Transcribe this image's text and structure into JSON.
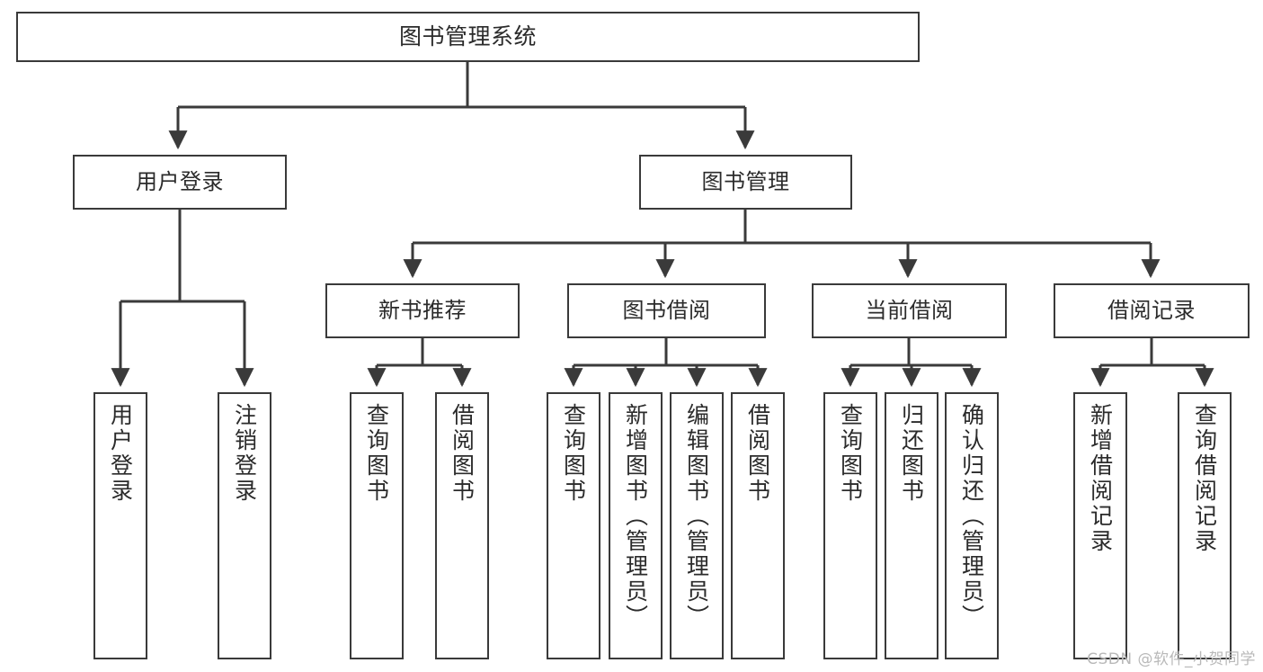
{
  "diagram": {
    "type": "tree",
    "title": "图书管理系统",
    "root": {
      "label": "图书管理系统"
    },
    "level1": [
      {
        "id": "user-login",
        "label": "用户登录"
      },
      {
        "id": "book-management",
        "label": "图书管理"
      }
    ],
    "level2": [
      {
        "id": "new-book-recommend",
        "label": "新书推荐",
        "parent": "book-management"
      },
      {
        "id": "book-borrow",
        "label": "图书借阅",
        "parent": "book-management"
      },
      {
        "id": "current-borrow",
        "label": "当前借阅",
        "parent": "book-management"
      },
      {
        "id": "borrow-record",
        "label": "借阅记录",
        "parent": "book-management"
      }
    ],
    "leaves": [
      {
        "id": "leaf-user-login",
        "label": "用户登录",
        "parent": "user-login"
      },
      {
        "id": "leaf-logout-login",
        "label": "注销登录",
        "parent": "user-login"
      },
      {
        "id": "leaf-query-book-1",
        "label": "查询图书",
        "parent": "new-book-recommend"
      },
      {
        "id": "leaf-borrow-book-1",
        "label": "借阅图书",
        "parent": "new-book-recommend"
      },
      {
        "id": "leaf-query-book-2",
        "label": "查询图书",
        "parent": "book-borrow"
      },
      {
        "id": "leaf-add-book",
        "label": "新增图书（管理员）",
        "parent": "book-borrow"
      },
      {
        "id": "leaf-edit-book",
        "label": "编辑图书（管理员）",
        "parent": "book-borrow"
      },
      {
        "id": "leaf-borrow-book-2",
        "label": "借阅图书",
        "parent": "book-borrow"
      },
      {
        "id": "leaf-query-book-3",
        "label": "查询图书",
        "parent": "current-borrow"
      },
      {
        "id": "leaf-return-book",
        "label": "归还图书",
        "parent": "current-borrow"
      },
      {
        "id": "leaf-confirm-return",
        "label": "确认归还（管理员）",
        "parent": "current-borrow"
      },
      {
        "id": "leaf-add-record",
        "label": "新增借阅记录",
        "parent": "borrow-record"
      },
      {
        "id": "leaf-query-record",
        "label": "查询借阅记录",
        "parent": "borrow-record"
      }
    ],
    "colors": {
      "stroke": "#3a3a3a",
      "text": "#2b2b2b",
      "background": "#ffffff",
      "watermark": "#b9b9b9"
    }
  },
  "watermark": {
    "text": "CSDN @软件_小贺同学"
  }
}
